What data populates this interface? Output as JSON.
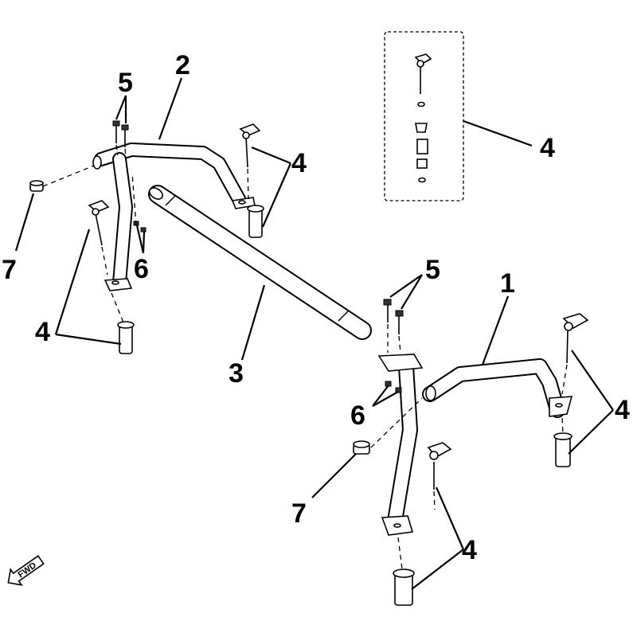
{
  "callouts": {
    "frame_rh": "1",
    "frame_lh": "2",
    "cross_tube": "3",
    "pin_top": "4",
    "pin_left_lower": "4",
    "pin_inset": "4",
    "pin_right": "4",
    "pin_bottom": "4",
    "bolt_left": "5",
    "bolt_right": "5",
    "nut_left": "6",
    "nut_right": "6",
    "cap_left": "7",
    "cap_right": "7"
  },
  "fwd_label": "FWD"
}
